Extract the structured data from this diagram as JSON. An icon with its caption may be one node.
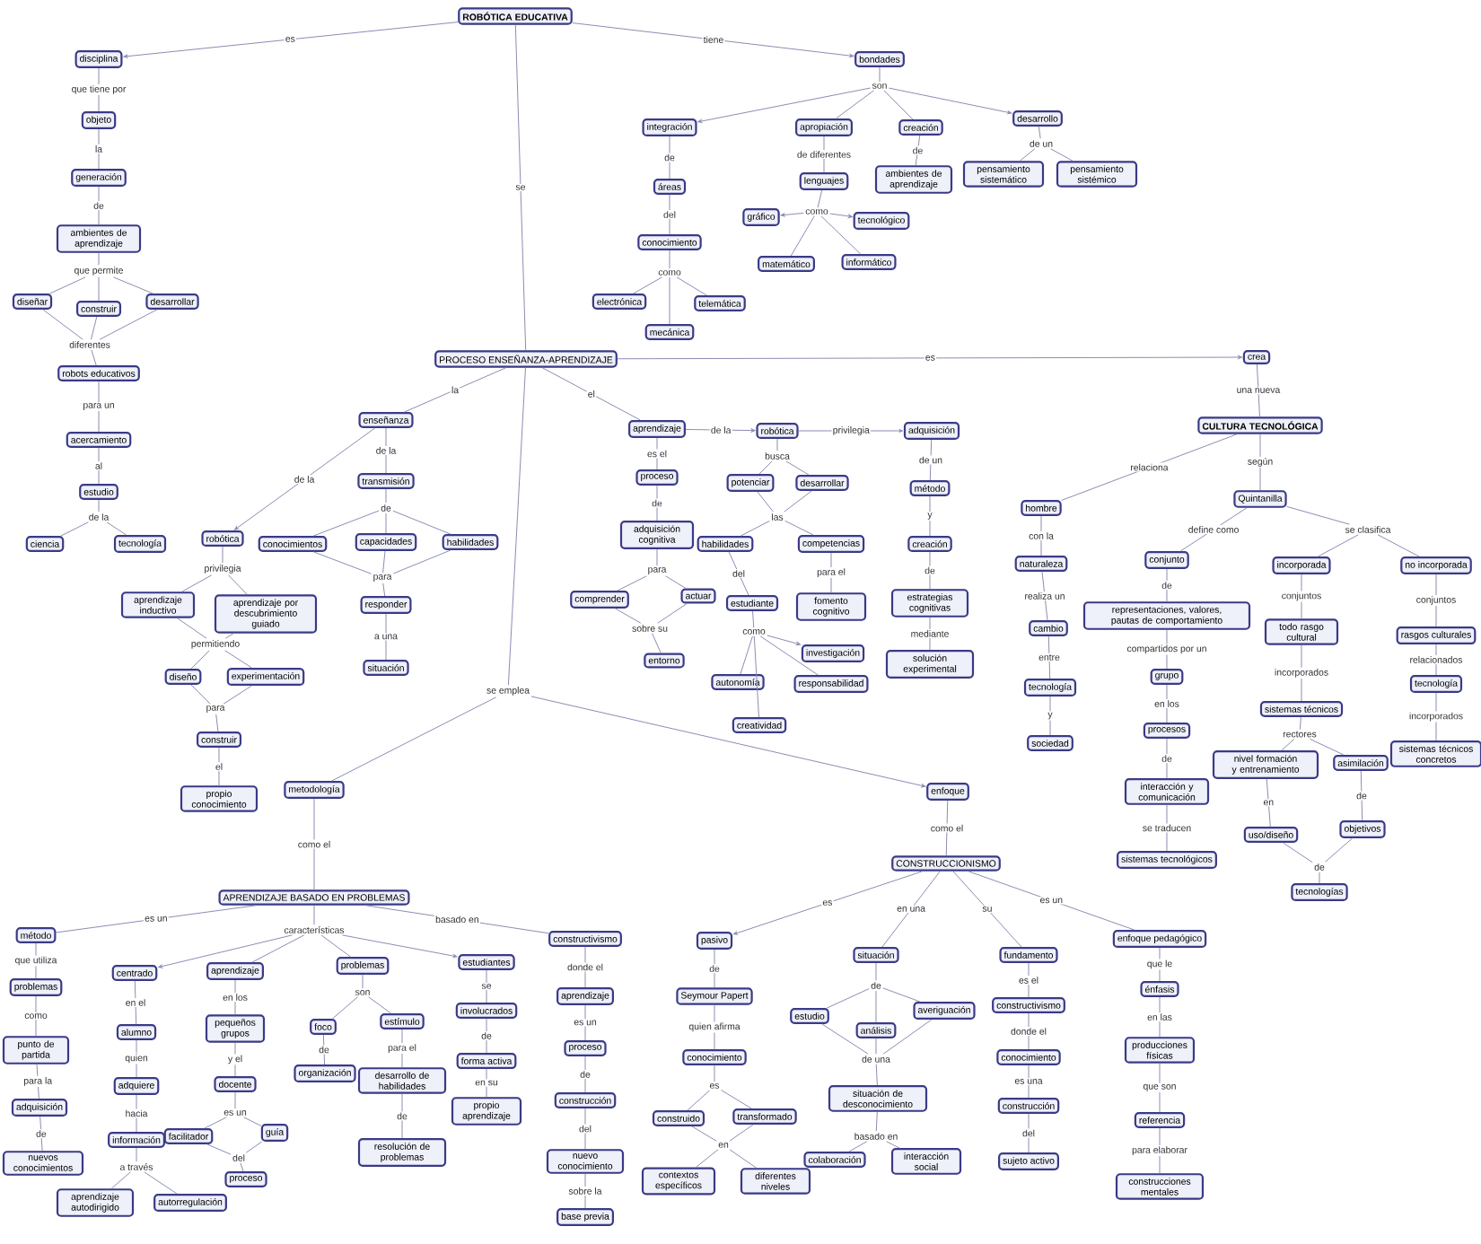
{
  "diagram": {
    "nodes": [
      {
        "text": [
          "ROBÓTICA EDUCATIVA"
        ]
      },
      {
        "text": [
          "disciplina"
        ]
      },
      {
        "text": [
          "objeto"
        ]
      },
      {
        "text": [
          "generación"
        ]
      },
      {
        "text": [
          "ambientes de aprendizaje"
        ]
      },
      {
        "text": [
          "que permite"
        ]
      },
      {
        "text": [
          "diseñar"
        ]
      },
      {
        "text": [
          "construir"
        ]
      },
      {
        "text": [
          "desarrollar"
        ]
      },
      {
        "text": [
          "diferentes"
        ]
      },
      {
        "text": [
          "robots educativos"
        ]
      },
      {
        "text": [
          "acercamiento"
        ]
      },
      {
        "text": [
          "estudio"
        ]
      },
      {
        "text": [
          "de la"
        ]
      },
      {
        "text": [
          "ciencia"
        ]
      },
      {
        "text": [
          "tecnología"
        ]
      },
      {
        "text": [
          "bondades"
        ]
      },
      {
        "text": [
          "son"
        ]
      },
      {
        "text": [
          "integración"
        ]
      },
      {
        "text": [
          "apropiación"
        ]
      },
      {
        "text": [
          "creación"
        ]
      },
      {
        "text": [
          "desarrollo"
        ]
      },
      {
        "text": [
          "áreas"
        ]
      },
      {
        "text": [
          "conocimiento"
        ]
      },
      {
        "text": [
          "como"
        ]
      },
      {
        "text": [
          "electrónica"
        ]
      },
      {
        "text": [
          "telemática"
        ]
      },
      {
        "text": [
          "mecánica"
        ]
      },
      {
        "text": [
          "lenguajes"
        ]
      },
      {
        "text": [
          "como"
        ]
      },
      {
        "text": [
          "gráfico"
        ]
      },
      {
        "text": [
          "tecnológico"
        ]
      },
      {
        "text": [
          "matemático"
        ]
      },
      {
        "text": [
          "informático"
        ]
      },
      {
        "text": [
          "ambientes de aprendizaje"
        ]
      },
      {
        "text": [
          "de un"
        ]
      },
      {
        "text": [
          "pensamiento sistemático"
        ]
      },
      {
        "text": [
          "pensamiento sistémico"
        ]
      },
      {
        "text": [
          "PROCESO ENSEÑANZA-APRENDIZAJE"
        ]
      },
      {
        "text": [
          "enseñanza"
        ]
      },
      {
        "text": [
          "transmisión"
        ]
      },
      {
        "text": [
          "de"
        ]
      },
      {
        "text": [
          "conocimientos"
        ]
      },
      {
        "text": [
          "capacidades"
        ]
      },
      {
        "text": [
          "habilidades"
        ]
      },
      {
        "text": [
          "para"
        ]
      },
      {
        "text": [
          "responder"
        ]
      },
      {
        "text": [
          "situación"
        ]
      },
      {
        "text": [
          "robótica"
        ]
      },
      {
        "text": [
          "privilegia"
        ]
      },
      {
        "text": [
          "aprendizaje inductivo"
        ]
      },
      {
        "text": [
          "aprendizaje por descubrimiento guiado"
        ]
      },
      {
        "text": [
          "permitiendo"
        ]
      },
      {
        "text": [
          "diseño"
        ]
      },
      {
        "text": [
          "experimentación"
        ]
      },
      {
        "text": [
          "para"
        ]
      },
      {
        "text": [
          "construir"
        ]
      },
      {
        "text": [
          "propio conocimiento"
        ]
      },
      {
        "text": [
          "aprendizaje"
        ]
      },
      {
        "text": [
          "proceso"
        ]
      },
      {
        "text": [
          "adquisición cognitiva"
        ]
      },
      {
        "text": [
          "para"
        ]
      },
      {
        "text": [
          "comprender"
        ]
      },
      {
        "text": [
          "actuar"
        ]
      },
      {
        "text": [
          "sobre su"
        ]
      },
      {
        "text": [
          "entorno"
        ]
      },
      {
        "text": [
          "robótica"
        ]
      },
      {
        "text": [
          "busca"
        ]
      },
      {
        "text": [
          "potenciar"
        ]
      },
      {
        "text": [
          "desarrollar"
        ]
      },
      {
        "text": [
          "las"
        ]
      },
      {
        "text": [
          "habilidades"
        ]
      },
      {
        "text": [
          "competencias"
        ]
      },
      {
        "text": [
          "estudiante"
        ]
      },
      {
        "text": [
          "fomento cognitivo"
        ]
      },
      {
        "text": [
          "como"
        ]
      },
      {
        "text": [
          "autonomía"
        ]
      },
      {
        "text": [
          "investigación"
        ]
      },
      {
        "text": [
          "responsabilidad"
        ]
      },
      {
        "text": [
          "creatividad"
        ]
      },
      {
        "text": [
          "adquisición"
        ]
      },
      {
        "text": [
          "método"
        ]
      },
      {
        "text": [
          "creación"
        ]
      },
      {
        "text": [
          "estrategias cognitivas"
        ]
      },
      {
        "text": [
          "solución experimental"
        ]
      },
      {
        "text": [
          "crea"
        ]
      },
      {
        "text": [
          "CULTURA TECNOLÓGICA"
        ]
      },
      {
        "text": [
          "Quintanilla"
        ]
      },
      {
        "text": [
          "hombre"
        ]
      },
      {
        "text": [
          "naturaleza"
        ]
      },
      {
        "text": [
          "cambio"
        ]
      },
      {
        "text": [
          "tecnología"
        ]
      },
      {
        "text": [
          "sociedad"
        ]
      },
      {
        "text": [
          "conjunto"
        ]
      },
      {
        "text": [
          "representaciones, valores, pautas de comportamiento"
        ]
      },
      {
        "text": [
          "grupo"
        ]
      },
      {
        "text": [
          "procesos"
        ]
      },
      {
        "text": [
          "interacción y comunicación"
        ]
      },
      {
        "text": [
          "sistemas tecnológicos"
        ]
      },
      {
        "text": [
          "se clasifica"
        ]
      },
      {
        "text": [
          "incorporada"
        ]
      },
      {
        "text": [
          "no incorporada"
        ]
      },
      {
        "text": [
          "todo rasgo cultural"
        ]
      },
      {
        "text": [
          "sistemas técnicos"
        ]
      },
      {
        "text": [
          "rectores"
        ]
      },
      {
        "text": [
          "nivel formación y entrenamiento"
        ]
      },
      {
        "text": [
          "asimilación"
        ]
      },
      {
        "text": [
          "uso/diseño"
        ]
      },
      {
        "text": [
          "objetivos"
        ]
      },
      {
        "text": [
          "de"
        ]
      },
      {
        "text": [
          "tecnologías"
        ]
      },
      {
        "text": [
          "rasgos culturales"
        ]
      },
      {
        "text": [
          "tecnología"
        ]
      },
      {
        "text": [
          "sistemas técnicos concretos"
        ]
      },
      {
        "text": [
          "se emplea"
        ]
      },
      {
        "text": [
          "metodología"
        ]
      },
      {
        "text": [
          "APRENDIZAJE BASADO EN PROBLEMAS"
        ]
      },
      {
        "text": [
          "método"
        ]
      },
      {
        "text": [
          "problemas"
        ]
      },
      {
        "text": [
          "punto de partida"
        ]
      },
      {
        "text": [
          "adquisición"
        ]
      },
      {
        "text": [
          "nuevos conocimientos"
        ]
      },
      {
        "text": [
          "características"
        ]
      },
      {
        "text": [
          "centrado"
        ]
      },
      {
        "text": [
          "alumno"
        ]
      },
      {
        "text": [
          "adquiere"
        ]
      },
      {
        "text": [
          "información"
        ]
      },
      {
        "text": [
          "a través"
        ]
      },
      {
        "text": [
          "aprendizaje autodirigido"
        ]
      },
      {
        "text": [
          "autorregulación"
        ]
      },
      {
        "text": [
          "aprendizaje"
        ]
      },
      {
        "text": [
          "pequeños grupos"
        ]
      },
      {
        "text": [
          "docente"
        ]
      },
      {
        "text": [
          "es un"
        ]
      },
      {
        "text": [
          "facilitador"
        ]
      },
      {
        "text": [
          "guía"
        ]
      },
      {
        "text": [
          "del"
        ]
      },
      {
        "text": [
          "proceso"
        ]
      },
      {
        "text": [
          "problemas"
        ]
      },
      {
        "text": [
          "son"
        ]
      },
      {
        "text": [
          "foco"
        ]
      },
      {
        "text": [
          "estímulo"
        ]
      },
      {
        "text": [
          "organización"
        ]
      },
      {
        "text": [
          "desarrollo de habilidades"
        ]
      },
      {
        "text": [
          "resolución de problemas"
        ]
      },
      {
        "text": [
          "estudiantes"
        ]
      },
      {
        "text": [
          "involucrados"
        ]
      },
      {
        "text": [
          "forma activa"
        ]
      },
      {
        "text": [
          "propio aprendizaje"
        ]
      },
      {
        "text": [
          "constructivismo"
        ]
      },
      {
        "text": [
          "aprendizaje"
        ]
      },
      {
        "text": [
          "proceso"
        ]
      },
      {
        "text": [
          "construcción"
        ]
      },
      {
        "text": [
          "nuevo conocimiento"
        ]
      },
      {
        "text": [
          "base previa"
        ]
      },
      {
        "text": [
          "enfoque"
        ]
      },
      {
        "text": [
          "CONSTRUCCIONISMO"
        ]
      },
      {
        "text": [
          "pasivo"
        ]
      },
      {
        "text": [
          "Seymour Papert"
        ]
      },
      {
        "text": [
          "conocimiento"
        ]
      },
      {
        "text": [
          "es"
        ]
      },
      {
        "text": [
          "construido"
        ]
      },
      {
        "text": [
          "transformado"
        ]
      },
      {
        "text": [
          "en"
        ]
      },
      {
        "text": [
          "contextos específicos"
        ]
      },
      {
        "text": [
          "diferentes niveles"
        ]
      },
      {
        "text": [
          "situación"
        ]
      },
      {
        "text": [
          "de"
        ]
      },
      {
        "text": [
          "estudio"
        ]
      },
      {
        "text": [
          "análisis"
        ]
      },
      {
        "text": [
          "averiguación"
        ]
      },
      {
        "text": [
          "de una"
        ]
      },
      {
        "text": [
          "situación de desconocimiento"
        ]
      },
      {
        "text": [
          "basado en"
        ]
      },
      {
        "text": [
          "colaboración"
        ]
      },
      {
        "text": [
          "interacción social"
        ]
      },
      {
        "text": [
          "fundamento"
        ]
      },
      {
        "text": [
          "constructivismo"
        ]
      },
      {
        "text": [
          "conocimiento"
        ]
      },
      {
        "text": [
          "construcción"
        ]
      },
      {
        "text": [
          "sujeto activo"
        ]
      },
      {
        "text": [
          "enfoque pedagógico"
        ]
      },
      {
        "text": [
          "énfasis"
        ]
      },
      {
        "text": [
          "producciones físicas"
        ]
      },
      {
        "text": [
          "referencia"
        ]
      },
      {
        "text": [
          "construcciones mentales"
        ]
      }
    ],
    "edges": [
      {
        "from": 0,
        "to": 1,
        "arrow": "to",
        "label": "es"
      },
      {
        "from": 1,
        "to": 2,
        "arrow": "none",
        "label": "que tiene por"
      },
      {
        "from": 2,
        "to": 3,
        "arrow": "none",
        "label": "la"
      },
      {
        "from": 3,
        "to": 4,
        "arrow": "none",
        "label": "de"
      },
      {
        "from": 4,
        "to": 5,
        "arrow": "none"
      },
      {
        "from": 5,
        "to": 6,
        "arrow": "none"
      },
      {
        "from": 5,
        "to": 7,
        "arrow": "none"
      },
      {
        "from": 5,
        "to": 8,
        "arrow": "none"
      },
      {
        "from": 6,
        "to": 9,
        "arrow": "none"
      },
      {
        "from": 7,
        "to": 9,
        "arrow": "none"
      },
      {
        "from": 8,
        "to": 9,
        "arrow": "none"
      },
      {
        "from": 9,
        "to": 10,
        "arrow": "none"
      },
      {
        "from": 10,
        "to": 11,
        "arrow": "none",
        "label": "para un"
      },
      {
        "from": 11,
        "to": 12,
        "arrow": "none",
        "label": "al"
      },
      {
        "from": 12,
        "to": 13,
        "arrow": "none"
      },
      {
        "from": 13,
        "to": 14,
        "arrow": "none"
      },
      {
        "from": 13,
        "to": 15,
        "arrow": "none"
      },
      {
        "from": 0,
        "to": 16,
        "arrow": "to",
        "label": "tiene"
      },
      {
        "from": 16,
        "to": 17,
        "arrow": "none"
      },
      {
        "from": 17,
        "to": 18,
        "arrow": "to"
      },
      {
        "from": 17,
        "to": 19,
        "arrow": "none"
      },
      {
        "from": 17,
        "to": 20,
        "arrow": "none"
      },
      {
        "from": 17,
        "to": 21,
        "arrow": "to"
      },
      {
        "from": 18,
        "to": 22,
        "arrow": "none",
        "label": "de"
      },
      {
        "from": 22,
        "to": 23,
        "arrow": "none",
        "label": "del"
      },
      {
        "from": 23,
        "to": 24,
        "arrow": "none"
      },
      {
        "from": 24,
        "to": 25,
        "arrow": "none"
      },
      {
        "from": 24,
        "to": 26,
        "arrow": "none"
      },
      {
        "from": 24,
        "to": 27,
        "arrow": "none"
      },
      {
        "from": 19,
        "to": 28,
        "arrow": "none",
        "label": "de diferentes"
      },
      {
        "from": 28,
        "to": 29,
        "arrow": "none"
      },
      {
        "from": 29,
        "to": 30,
        "arrow": "to"
      },
      {
        "from": 29,
        "to": 31,
        "arrow": "to"
      },
      {
        "from": 29,
        "to": 32,
        "arrow": "none"
      },
      {
        "from": 29,
        "to": 33,
        "arrow": "none"
      },
      {
        "from": 20,
        "to": 34,
        "arrow": "none",
        "label": "de"
      },
      {
        "from": 21,
        "to": 35,
        "arrow": "none"
      },
      {
        "from": 35,
        "to": 36,
        "arrow": "none"
      },
      {
        "from": 35,
        "to": 37,
        "arrow": "none"
      },
      {
        "from": 0,
        "to": 38,
        "arrow": "none",
        "label": "se"
      },
      {
        "from": 38,
        "to": 39,
        "arrow": "none",
        "label": "la"
      },
      {
        "from": 38,
        "to": 58,
        "arrow": "none",
        "label": "el"
      },
      {
        "from": 38,
        "to": 85,
        "arrow": "to",
        "label": "es"
      },
      {
        "from": 39,
        "to": 40,
        "arrow": "none",
        "label": "de la"
      },
      {
        "from": 40,
        "to": 41,
        "arrow": "none"
      },
      {
        "from": 41,
        "to": 42,
        "arrow": "none"
      },
      {
        "from": 41,
        "to": 43,
        "arrow": "none"
      },
      {
        "from": 41,
        "to": 44,
        "arrow": "none"
      },
      {
        "from": 42,
        "to": 45,
        "arrow": "none"
      },
      {
        "from": 43,
        "to": 45,
        "arrow": "none"
      },
      {
        "from": 44,
        "to": 45,
        "arrow": "none"
      },
      {
        "from": 45,
        "to": 46,
        "arrow": "none"
      },
      {
        "from": 46,
        "to": 47,
        "arrow": "none",
        "label": "a una"
      },
      {
        "from": 39,
        "to": 48,
        "arrow": "to",
        "label": "de la"
      },
      {
        "from": 48,
        "to": 49,
        "arrow": "none"
      },
      {
        "from": 49,
        "to": 50,
        "arrow": "none"
      },
      {
        "from": 49,
        "to": 51,
        "arrow": "none"
      },
      {
        "from": 50,
        "to": 52,
        "arrow": "none"
      },
      {
        "from": 51,
        "to": 52,
        "arrow": "none"
      },
      {
        "from": 52,
        "to": 53,
        "arrow": "none"
      },
      {
        "from": 52,
        "to": 54,
        "arrow": "none"
      },
      {
        "from": 53,
        "to": 55,
        "arrow": "none"
      },
      {
        "from": 54,
        "to": 55,
        "arrow": "none"
      },
      {
        "from": 55,
        "to": 56,
        "arrow": "none"
      },
      {
        "from": 56,
        "to": 57,
        "arrow": "none",
        "label": "el"
      },
      {
        "from": 58,
        "to": 59,
        "arrow": "none",
        "label": "es el"
      },
      {
        "from": 59,
        "to": 60,
        "arrow": "none",
        "label": "de"
      },
      {
        "from": 60,
        "to": 61,
        "arrow": "none"
      },
      {
        "from": 61,
        "to": 62,
        "arrow": "none"
      },
      {
        "from": 61,
        "to": 63,
        "arrow": "none"
      },
      {
        "from": 62,
        "to": 64,
        "arrow": "none"
      },
      {
        "from": 63,
        "to": 64,
        "arrow": "none"
      },
      {
        "from": 64,
        "to": 65,
        "arrow": "none"
      },
      {
        "from": 58,
        "to": 66,
        "arrow": "to",
        "label": "de la"
      },
      {
        "from": 66,
        "to": 67,
        "arrow": "none"
      },
      {
        "from": 67,
        "to": 68,
        "arrow": "none"
      },
      {
        "from": 67,
        "to": 69,
        "arrow": "none"
      },
      {
        "from": 68,
        "to": 70,
        "arrow": "none"
      },
      {
        "from": 69,
        "to": 70,
        "arrow": "none"
      },
      {
        "from": 70,
        "to": 71,
        "arrow": "none"
      },
      {
        "from": 70,
        "to": 72,
        "arrow": "none"
      },
      {
        "from": 71,
        "to": 73,
        "arrow": "none",
        "label": "del"
      },
      {
        "from": 72,
        "to": 74,
        "arrow": "none",
        "label": "para el"
      },
      {
        "from": 73,
        "to": 75,
        "arrow": "none"
      },
      {
        "from": 75,
        "to": 76,
        "arrow": "none"
      },
      {
        "from": 75,
        "to": 77,
        "arrow": "to"
      },
      {
        "from": 75,
        "to": 78,
        "arrow": "none"
      },
      {
        "from": 75,
        "to": 79,
        "arrow": "none"
      },
      {
        "from": 66,
        "to": 80,
        "arrow": "to",
        "label": "privilegia"
      },
      {
        "from": 80,
        "to": 81,
        "arrow": "none",
        "label": "de un"
      },
      {
        "from": 81,
        "to": 82,
        "arrow": "none",
        "label": "y"
      },
      {
        "from": 82,
        "to": 83,
        "arrow": "none",
        "label": "de"
      },
      {
        "from": 83,
        "to": 84,
        "arrow": "none",
        "label": "mediante"
      },
      {
        "from": 85,
        "to": 86,
        "arrow": "none",
        "label": "una nueva"
      },
      {
        "from": 86,
        "to": 87,
        "arrow": "none",
        "label": "según"
      },
      {
        "from": 86,
        "to": 88,
        "arrow": "none",
        "label": "relaciona"
      },
      {
        "from": 88,
        "to": 89,
        "arrow": "none",
        "label": "con la"
      },
      {
        "from": 89,
        "to": 90,
        "arrow": "none",
        "label": "realiza un"
      },
      {
        "from": 90,
        "to": 91,
        "arrow": "none",
        "label": "entre"
      },
      {
        "from": 91,
        "to": 92,
        "arrow": "none",
        "label": "y"
      },
      {
        "from": 87,
        "to": 93,
        "arrow": "none",
        "label": "define como"
      },
      {
        "from": 93,
        "to": 94,
        "arrow": "none",
        "label": "de"
      },
      {
        "from": 94,
        "to": 95,
        "arrow": "none",
        "label": "compartidos por un"
      },
      {
        "from": 95,
        "to": 96,
        "arrow": "none",
        "label": "en los"
      },
      {
        "from": 96,
        "to": 97,
        "arrow": "none",
        "label": "de"
      },
      {
        "from": 97,
        "to": 98,
        "arrow": "none",
        "label": "se traducen"
      },
      {
        "from": 87,
        "to": 99,
        "arrow": "none"
      },
      {
        "from": 99,
        "to": 100,
        "arrow": "none"
      },
      {
        "from": 99,
        "to": 101,
        "arrow": "none"
      },
      {
        "from": 100,
        "to": 102,
        "arrow": "none",
        "label": "conjuntos"
      },
      {
        "from": 102,
        "to": 103,
        "arrow": "none",
        "label": "incorporados"
      },
      {
        "from": 103,
        "to": 104,
        "arrow": "none"
      },
      {
        "from": 104,
        "to": 105,
        "arrow": "none"
      },
      {
        "from": 104,
        "to": 106,
        "arrow": "none"
      },
      {
        "from": 105,
        "to": 107,
        "arrow": "none",
        "label": "en"
      },
      {
        "from": 106,
        "to": 108,
        "arrow": "none",
        "label": "de"
      },
      {
        "from": 107,
        "to": 109,
        "arrow": "none"
      },
      {
        "from": 108,
        "to": 109,
        "arrow": "none"
      },
      {
        "from": 109,
        "to": 110,
        "arrow": "none"
      },
      {
        "from": 101,
        "to": 111,
        "arrow": "none",
        "label": "conjuntos"
      },
      {
        "from": 111,
        "to": 112,
        "arrow": "none",
        "label": "relacionados"
      },
      {
        "from": 112,
        "to": 113,
        "arrow": "none",
        "label": "incorporados"
      },
      {
        "from": 38,
        "to": 114,
        "arrow": "none"
      },
      {
        "from": 114,
        "to": 115,
        "arrow": "none"
      },
      {
        "from": 114,
        "to": 155,
        "arrow": "to"
      },
      {
        "from": 115,
        "to": 116,
        "arrow": "none",
        "label": "como el"
      },
      {
        "from": 116,
        "to": 117,
        "arrow": "none",
        "label": "es un"
      },
      {
        "from": 117,
        "to": 118,
        "arrow": "none",
        "label": "que utiliza"
      },
      {
        "from": 118,
        "to": 119,
        "arrow": "none",
        "label": "como"
      },
      {
        "from": 119,
        "to": 120,
        "arrow": "none",
        "label": "para la"
      },
      {
        "from": 120,
        "to": 121,
        "arrow": "none",
        "label": "de"
      },
      {
        "from": 116,
        "to": 122,
        "arrow": "none"
      },
      {
        "from": 122,
        "to": 123,
        "arrow": "to"
      },
      {
        "from": 122,
        "to": 130,
        "arrow": "none"
      },
      {
        "from": 122,
        "to": 138,
        "arrow": "none"
      },
      {
        "from": 122,
        "to": 145,
        "arrow": "to"
      },
      {
        "from": 123,
        "to": 124,
        "arrow": "none",
        "label": "en el"
      },
      {
        "from": 124,
        "to": 125,
        "arrow": "none",
        "label": "quien"
      },
      {
        "from": 125,
        "to": 126,
        "arrow": "none",
        "label": "hacia"
      },
      {
        "from": 126,
        "to": 127,
        "arrow": "none"
      },
      {
        "from": 127,
        "to": 128,
        "arrow": "none"
      },
      {
        "from": 127,
        "to": 129,
        "arrow": "none"
      },
      {
        "from": 130,
        "to": 131,
        "arrow": "none",
        "label": "en los"
      },
      {
        "from": 131,
        "to": 132,
        "arrow": "none",
        "label": "y el"
      },
      {
        "from": 132,
        "to": 133,
        "arrow": "none"
      },
      {
        "from": 133,
        "to": 134,
        "arrow": "none"
      },
      {
        "from": 133,
        "to": 135,
        "arrow": "none"
      },
      {
        "from": 134,
        "to": 136,
        "arrow": "none"
      },
      {
        "from": 135,
        "to": 136,
        "arrow": "none"
      },
      {
        "from": 136,
        "to": 137,
        "arrow": "none"
      },
      {
        "from": 138,
        "to": 139,
        "arrow": "none"
      },
      {
        "from": 139,
        "to": 140,
        "arrow": "none"
      },
      {
        "from": 139,
        "to": 141,
        "arrow": "none"
      },
      {
        "from": 140,
        "to": 142,
        "arrow": "none",
        "label": "de"
      },
      {
        "from": 141,
        "to": 143,
        "arrow": "none",
        "label": "para el"
      },
      {
        "from": 143,
        "to": 144,
        "arrow": "none",
        "label": "de"
      },
      {
        "from": 145,
        "to": 146,
        "arrow": "none",
        "label": "se"
      },
      {
        "from": 146,
        "to": 147,
        "arrow": "none",
        "label": "de"
      },
      {
        "from": 147,
        "to": 148,
        "arrow": "none",
        "label": "en su"
      },
      {
        "from": 116,
        "to": 149,
        "arrow": "none",
        "label": "basado en"
      },
      {
        "from": 149,
        "to": 150,
        "arrow": "none",
        "label": "donde el"
      },
      {
        "from": 150,
        "to": 151,
        "arrow": "none",
        "label": "es un"
      },
      {
        "from": 151,
        "to": 152,
        "arrow": "none",
        "label": "de"
      },
      {
        "from": 152,
        "to": 153,
        "arrow": "none",
        "label": "del"
      },
      {
        "from": 153,
        "to": 154,
        "arrow": "none",
        "label": "sobre la"
      },
      {
        "from": 155,
        "to": 156,
        "arrow": "none",
        "label": "como el"
      },
      {
        "from": 156,
        "to": 157,
        "arrow": "to",
        "label": "es"
      },
      {
        "from": 157,
        "to": 158,
        "arrow": "none",
        "label": "de"
      },
      {
        "from": 158,
        "to": 159,
        "arrow": "none",
        "label": "quien afirma"
      },
      {
        "from": 159,
        "to": 160,
        "arrow": "none"
      },
      {
        "from": 160,
        "to": 161,
        "arrow": "none"
      },
      {
        "from": 160,
        "to": 162,
        "arrow": "none"
      },
      {
        "from": 161,
        "to": 163,
        "arrow": "none"
      },
      {
        "from": 162,
        "to": 163,
        "arrow": "none"
      },
      {
        "from": 163,
        "to": 164,
        "arrow": "none"
      },
      {
        "from": 163,
        "to": 165,
        "arrow": "none"
      },
      {
        "from": 156,
        "to": 166,
        "arrow": "none",
        "label": "en una"
      },
      {
        "from": 166,
        "to": 167,
        "arrow": "none"
      },
      {
        "from": 167,
        "to": 168,
        "arrow": "none"
      },
      {
        "from": 167,
        "to": 169,
        "arrow": "none"
      },
      {
        "from": 167,
        "to": 170,
        "arrow": "none"
      },
      {
        "from": 168,
        "to": 171,
        "arrow": "none"
      },
      {
        "from": 169,
        "to": 171,
        "arrow": "none"
      },
      {
        "from": 170,
        "to": 171,
        "arrow": "none"
      },
      {
        "from": 171,
        "to": 172,
        "arrow": "none"
      },
      {
        "from": 172,
        "to": 173,
        "arrow": "none"
      },
      {
        "from": 173,
        "to": 174,
        "arrow": "none"
      },
      {
        "from": 173,
        "to": 175,
        "arrow": "none"
      },
      {
        "from": 156,
        "to": 176,
        "arrow": "none",
        "label": "su"
      },
      {
        "from": 176,
        "to": 177,
        "arrow": "none",
        "label": "es el"
      },
      {
        "from": 177,
        "to": 178,
        "arrow": "none",
        "label": "donde el"
      },
      {
        "from": 178,
        "to": 179,
        "arrow": "none",
        "label": "es una"
      },
      {
        "from": 179,
        "to": 180,
        "arrow": "none",
        "label": "del"
      },
      {
        "from": 156,
        "to": 181,
        "arrow": "none",
        "label": "es un"
      },
      {
        "from": 181,
        "to": 182,
        "arrow": "none",
        "label": "que le"
      },
      {
        "from": 182,
        "to": 183,
        "arrow": "none",
        "label": "en las"
      },
      {
        "from": 183,
        "to": 184,
        "arrow": "none",
        "label": "que son"
      },
      {
        "from": 184,
        "to": 185,
        "arrow": "none",
        "label": "para elaborar"
      }
    ]
  }
}
